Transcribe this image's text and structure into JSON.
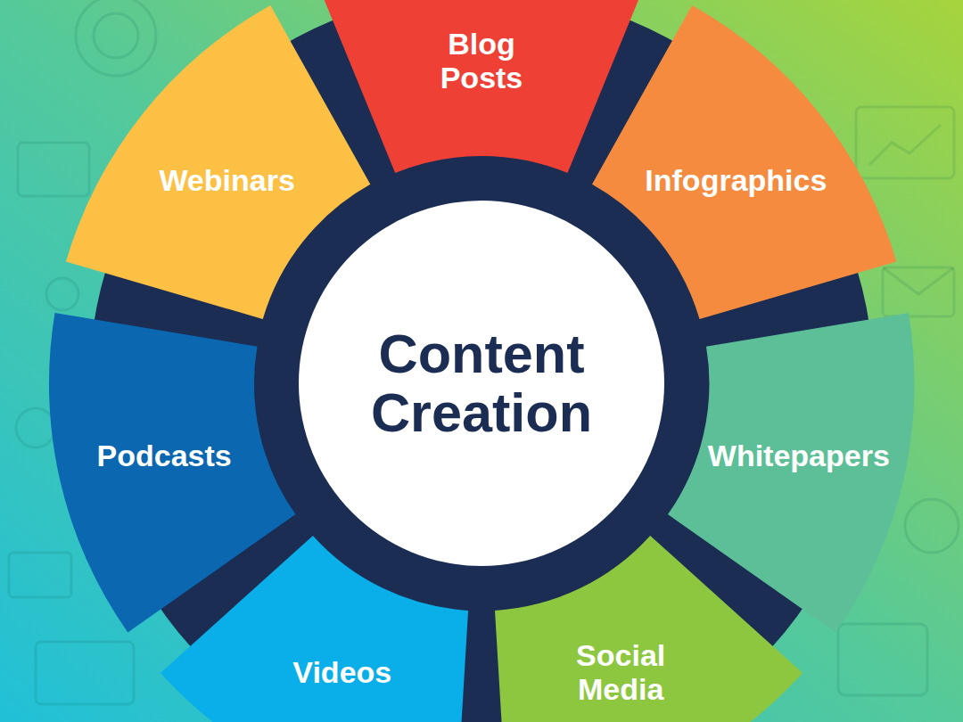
{
  "diagram": {
    "nodes": [
      {
        "text": [
          "Content Creation"
        ]
      },
      {
        "text": [
          "Blog Posts"
        ]
      },
      {
        "text": [
          "Infographics"
        ]
      },
      {
        "text": [
          "Whitepapers"
        ]
      },
      {
        "text": [
          "Social Media"
        ]
      },
      {
        "text": [
          "Videos"
        ]
      },
      {
        "text": [
          "Podcasts"
        ]
      },
      {
        "text": [
          "Webinars"
        ]
      }
    ]
  }
}
